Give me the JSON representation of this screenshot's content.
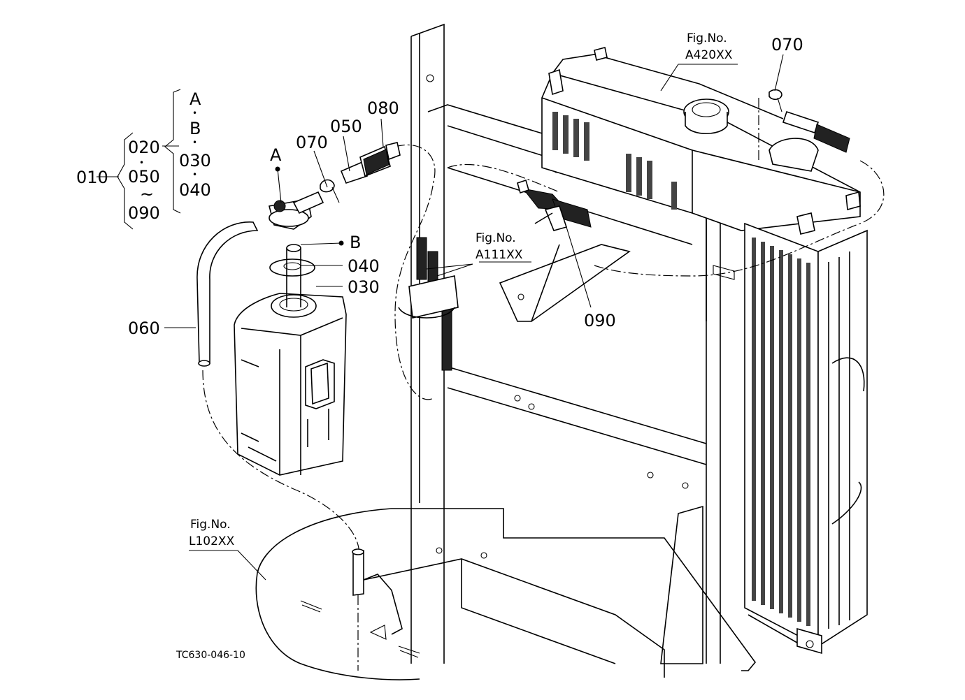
{
  "drawing_code": "TC630-046-10",
  "labels": {
    "p010": "010",
    "p020": "020",
    "p030": "030",
    "p040": "040",
    "p050": "050",
    "p060": "060",
    "p070": "070",
    "p080": "080",
    "p090": "090",
    "ref_a": "A",
    "ref_b": "B"
  },
  "group_left": [
    "020",
    "050",
    "090"
  ],
  "group_right": [
    "A",
    "B",
    "030",
    "040"
  ],
  "tilde": "~",
  "dot": "•",
  "fig_refs": {
    "fig_no": "Fig.No.",
    "radiator": "A420XX",
    "frame": "A111XX",
    "floor": "L102XX"
  }
}
